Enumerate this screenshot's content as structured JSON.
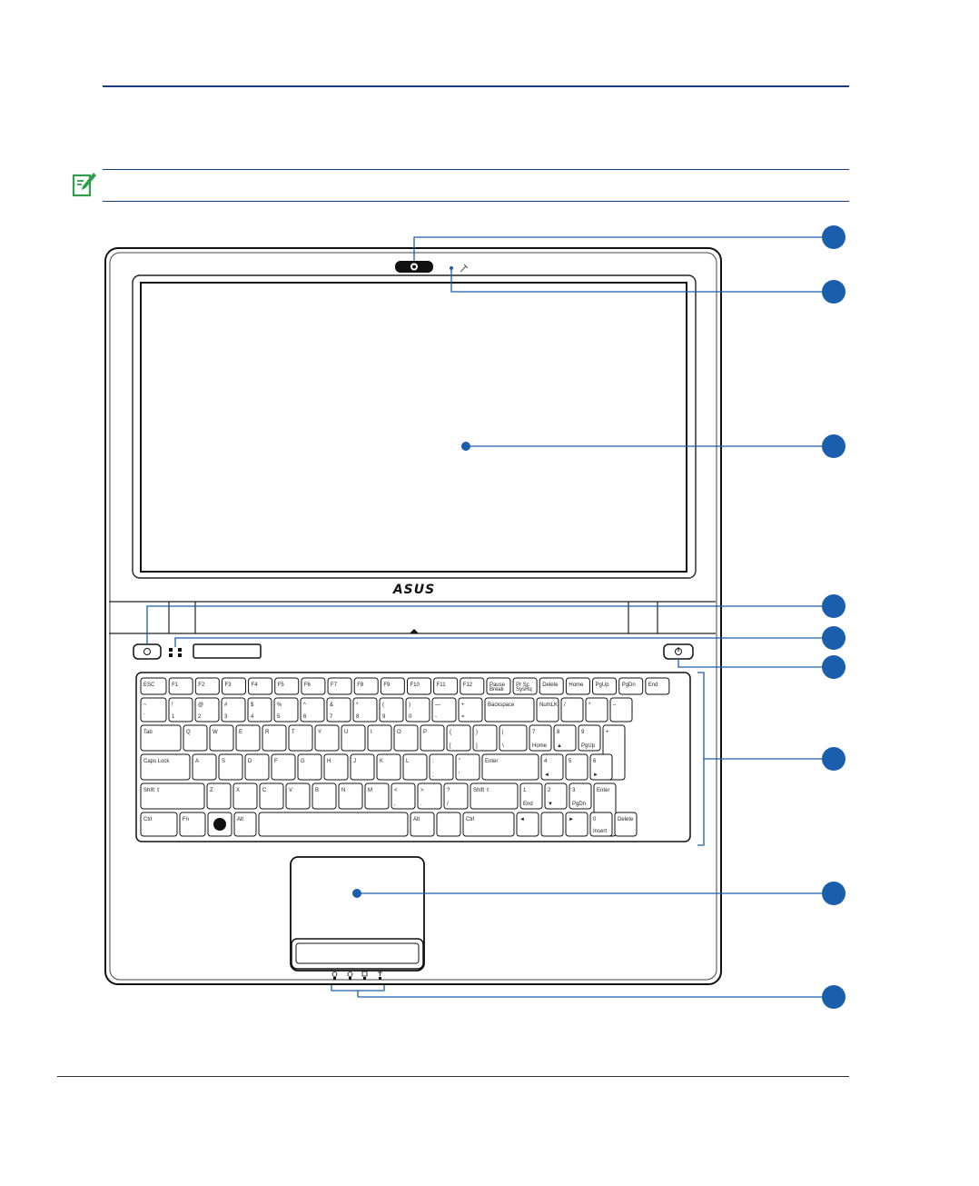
{
  "brand": {
    "logo_text": "ASUS"
  },
  "keyboard": {
    "row_fn": [
      {
        "l": "ESC"
      },
      {
        "l": "F1"
      },
      {
        "l": "F2"
      },
      {
        "l": "F3"
      },
      {
        "l": "F4"
      },
      {
        "l": "F5"
      },
      {
        "l": "F6"
      },
      {
        "l": "F7"
      },
      {
        "l": "F8"
      },
      {
        "l": "F9"
      },
      {
        "l": "F10"
      },
      {
        "l": "F11"
      },
      {
        "l": "F12"
      },
      {
        "l": "Pause",
        "s": "Break"
      },
      {
        "l": "Pr Sc",
        "s": "SysRq"
      },
      {
        "l": "Delete"
      },
      {
        "l": "Home"
      },
      {
        "l": "PgUp"
      },
      {
        "l": "PgDn"
      },
      {
        "l": "End"
      }
    ],
    "row_num": [
      {
        "l": "~",
        "s": "`"
      },
      {
        "l": "!",
        "s": "1"
      },
      {
        "l": "@",
        "s": "2"
      },
      {
        "l": "#",
        "s": "3"
      },
      {
        "l": "$",
        "s": "4"
      },
      {
        "l": "%",
        "s": "5"
      },
      {
        "l": "^",
        "s": "6"
      },
      {
        "l": "&",
        "s": "7"
      },
      {
        "l": "*",
        "s": "8"
      },
      {
        "l": "(",
        "s": "9"
      },
      {
        "l": ")",
        "s": "0"
      },
      {
        "l": "—",
        "s": "-"
      },
      {
        "l": "+",
        "s": "="
      },
      {
        "l": "Backspace"
      },
      {
        "l": "NumLK"
      },
      {
        "l": "/"
      },
      {
        "l": "*"
      },
      {
        "l": "–"
      }
    ],
    "row_q": [
      {
        "l": "Tab"
      },
      {
        "l": "Q"
      },
      {
        "l": "W"
      },
      {
        "l": "E"
      },
      {
        "l": "R"
      },
      {
        "l": "T"
      },
      {
        "l": "Y"
      },
      {
        "l": "U"
      },
      {
        "l": "I"
      },
      {
        "l": "O"
      },
      {
        "l": "P"
      },
      {
        "l": "{",
        "s": "["
      },
      {
        "l": "}",
        "s": "]"
      },
      {
        "l": "|",
        "s": "\\"
      },
      {
        "l": "7",
        "s": "Home"
      },
      {
        "l": "8",
        "s": "▲"
      },
      {
        "l": "9",
        "s": "PgUp"
      },
      {
        "l": "+"
      }
    ],
    "row_a": [
      {
        "l": "Caps Lock"
      },
      {
        "l": "A"
      },
      {
        "l": "S"
      },
      {
        "l": "D"
      },
      {
        "l": "F"
      },
      {
        "l": "G"
      },
      {
        "l": "H"
      },
      {
        "l": "J"
      },
      {
        "l": "K"
      },
      {
        "l": "L"
      },
      {
        "l": ":",
        "s": ";"
      },
      {
        "l": "\"",
        "s": "'"
      },
      {
        "l": "Enter"
      },
      {
        "l": "4",
        "s": "◄"
      },
      {
        "l": "5"
      },
      {
        "l": "6",
        "s": "►"
      }
    ],
    "row_z": [
      {
        "l": "Shift ⇧"
      },
      {
        "l": "Z"
      },
      {
        "l": "X"
      },
      {
        "l": "C"
      },
      {
        "l": "V"
      },
      {
        "l": "B"
      },
      {
        "l": "N"
      },
      {
        "l": "M"
      },
      {
        "l": "<",
        "s": ","
      },
      {
        "l": ">",
        "s": "."
      },
      {
        "l": "?",
        "s": "/"
      },
      {
        "l": "Shift ⇧"
      },
      {
        "l": "1",
        "s": "End"
      },
      {
        "l": "2",
        "s": "▼"
      },
      {
        "l": "3",
        "s": "PgDn"
      },
      {
        "l": "Enter"
      }
    ],
    "row_sp": [
      {
        "l": "Ctrl"
      },
      {
        "l": "Fn"
      },
      {
        "l": "Alt"
      },
      {
        "l": "Alt"
      },
      {
        "l": "Ctrl"
      },
      {
        "l": "◄"
      },
      {
        "l": "►"
      },
      {
        "l": "0",
        "s": "Insert"
      },
      {
        "l": "Delete"
      }
    ]
  },
  "colors": {
    "rule": "#1a3a7a",
    "callout": "#1a5fad",
    "note_icon": "#2e9e4a"
  }
}
